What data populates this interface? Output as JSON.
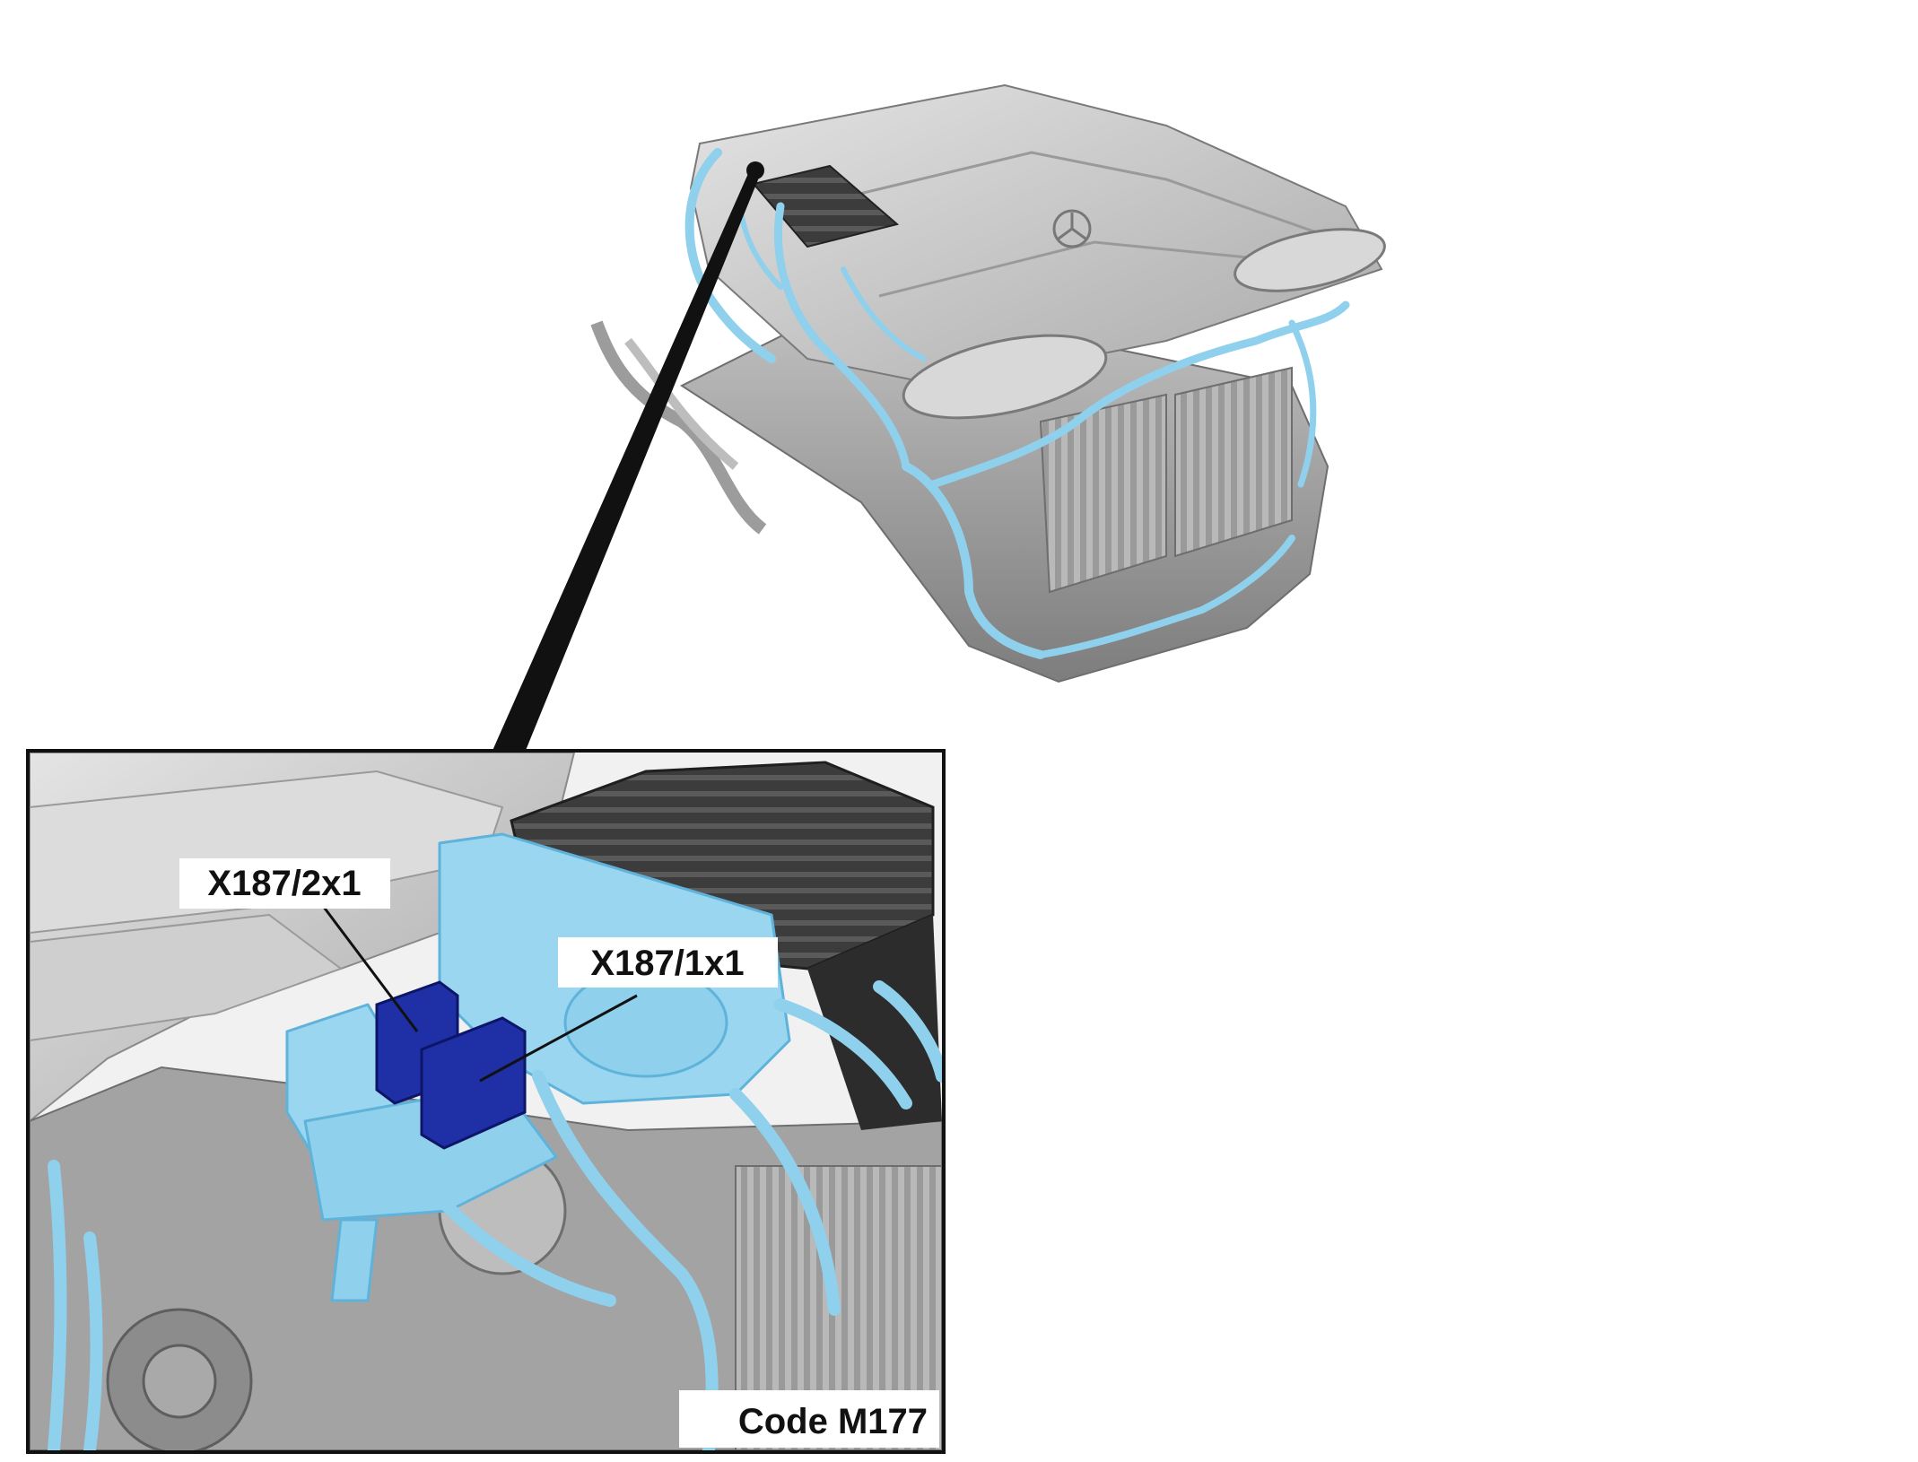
{
  "diagram": {
    "callouts": [
      {
        "id": "x187-2x1",
        "label": "X187/2x1"
      },
      {
        "id": "x187-1x1",
        "label": "X187/1x1"
      }
    ],
    "code_label": "Code M177",
    "colors": {
      "harness": "#8fd0ec",
      "harness_dark": "#5fb3da",
      "connector_highlight": "#1f2fa6",
      "engine_gray": "#c9c9c9",
      "engine_dark": "#8a8a8a",
      "control_unit": "#3a3a3a",
      "leader": "#111111"
    }
  }
}
